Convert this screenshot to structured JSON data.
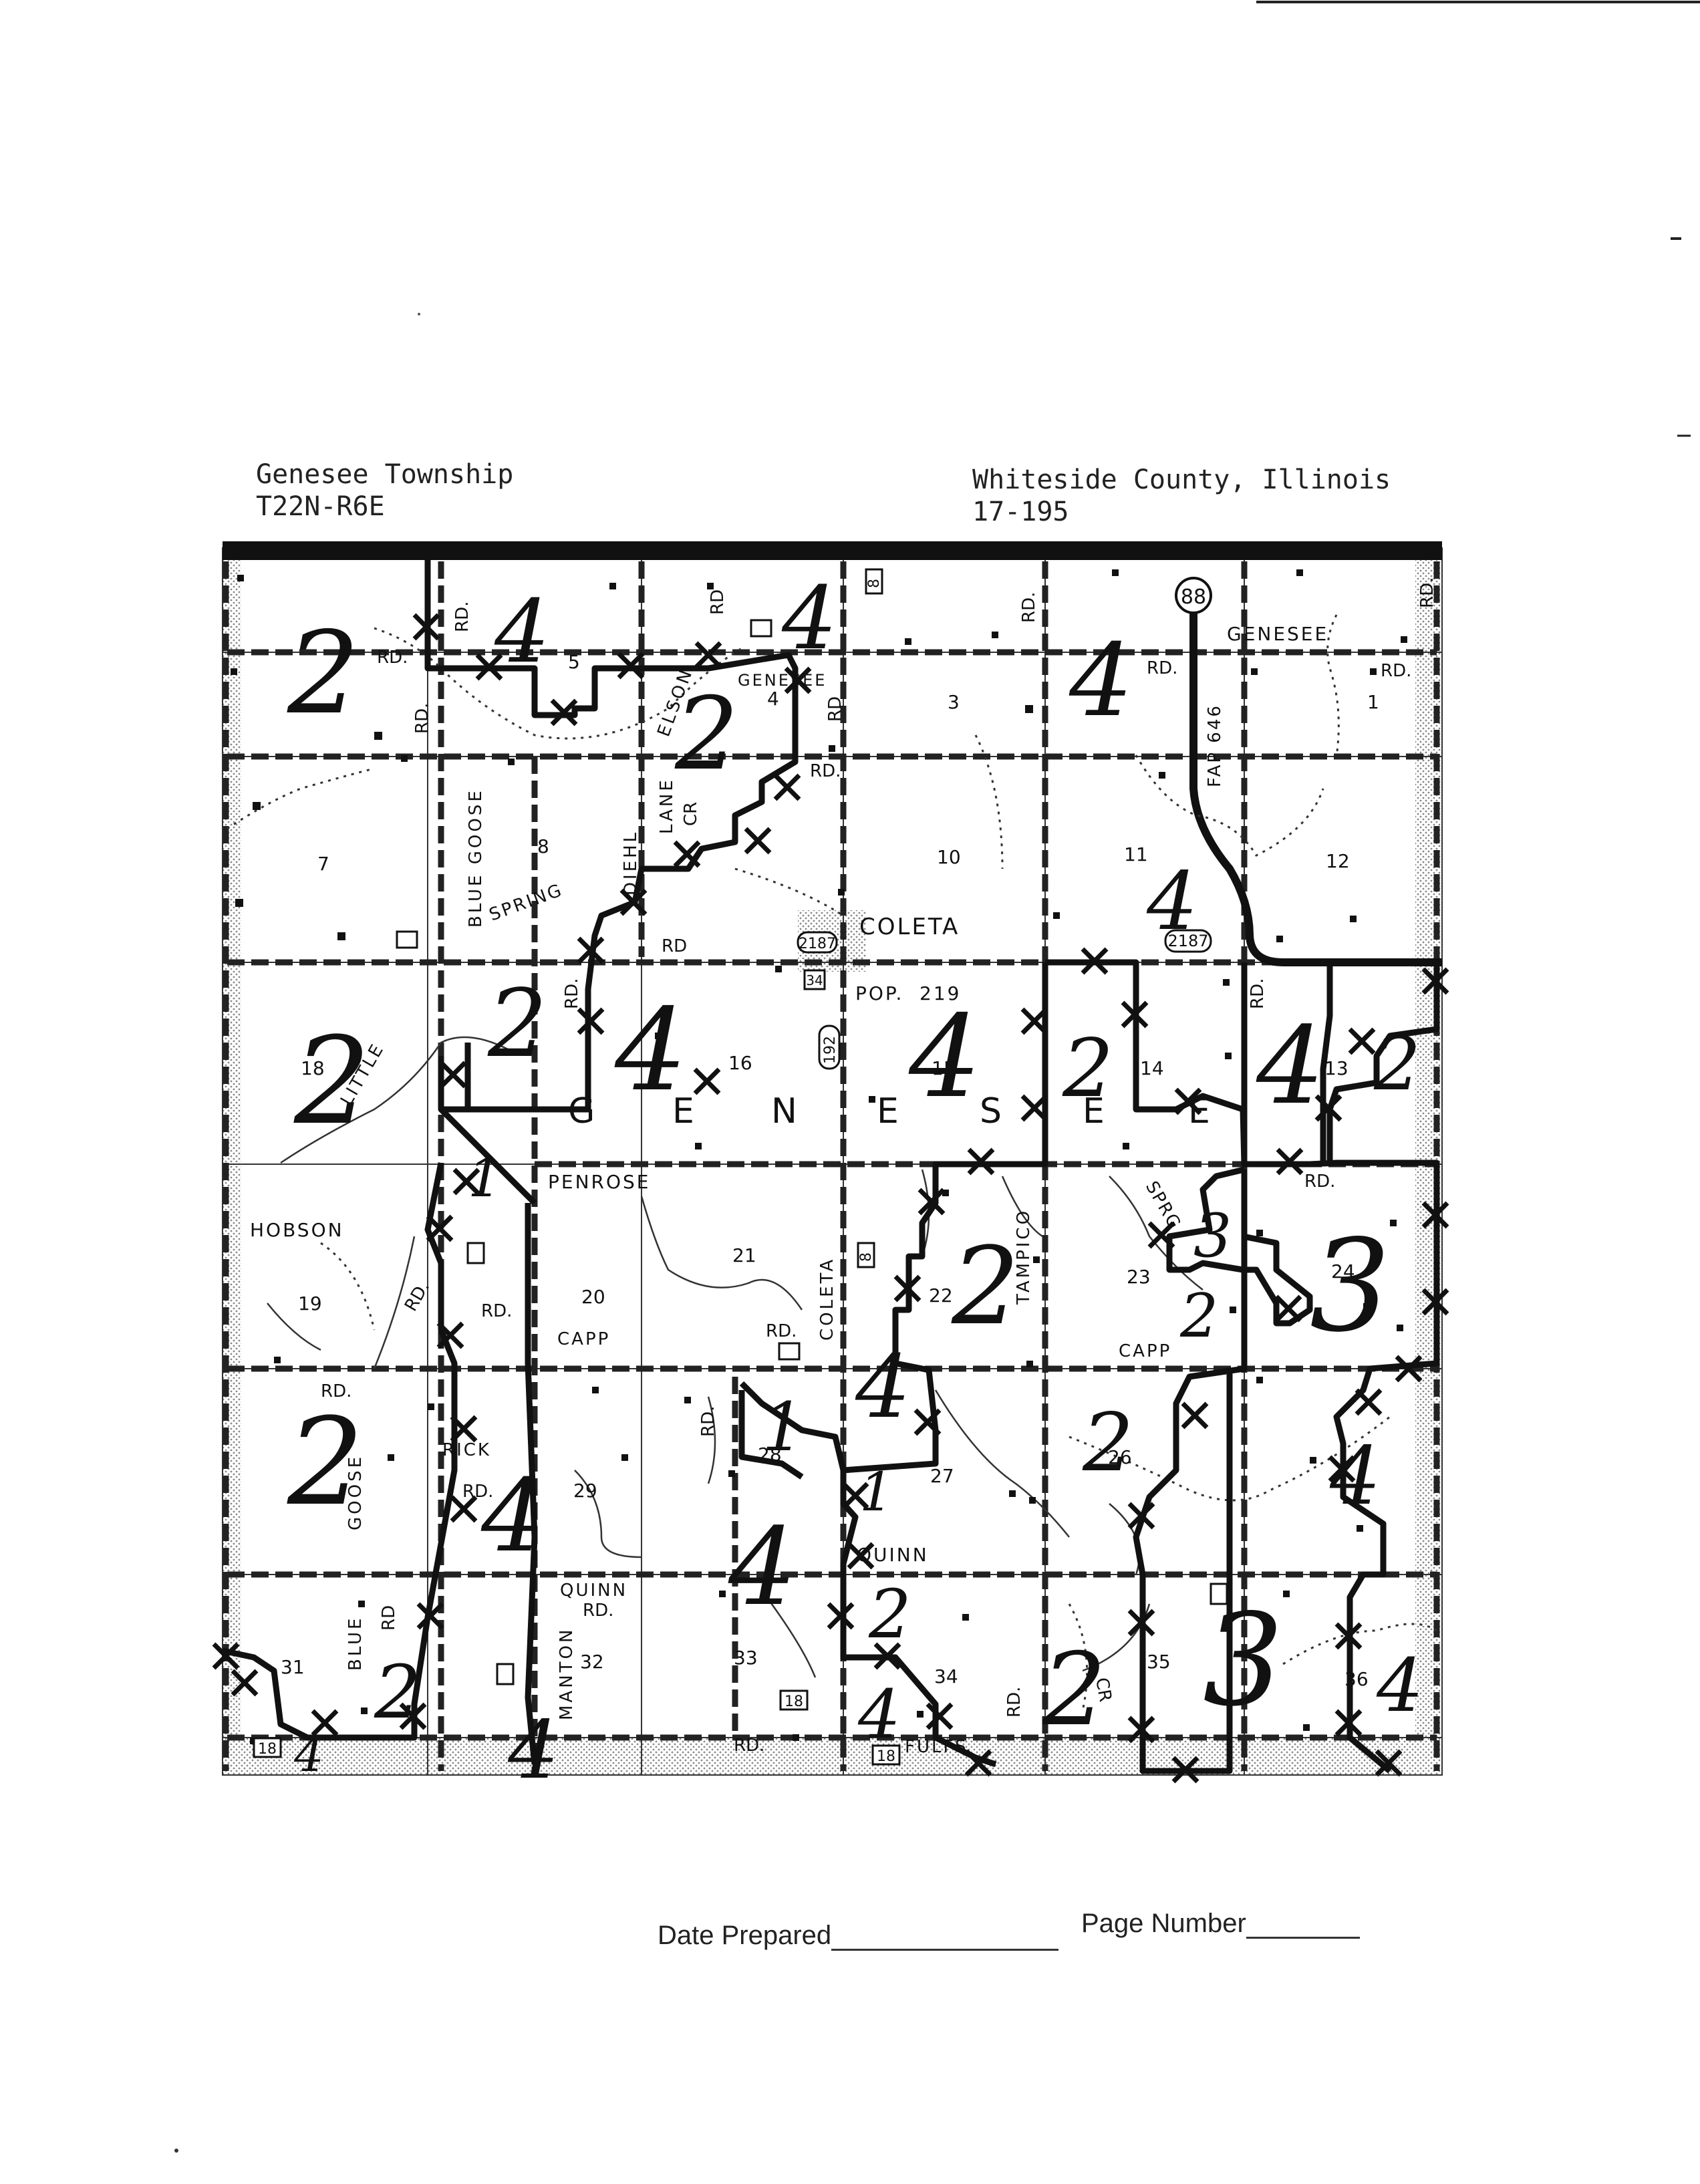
{
  "header": {
    "township": "Genesee Township",
    "township_code": "T22N-R6E",
    "county": "Whiteside County, Illinois",
    "county_code": "17-195"
  },
  "map": {
    "sections": [
      {
        "num": "1"
      },
      {
        "num": "3"
      },
      {
        "num": "4"
      },
      {
        "num": "5"
      },
      {
        "num": "7"
      },
      {
        "num": "8"
      },
      {
        "num": "10"
      },
      {
        "num": "11"
      },
      {
        "num": "12"
      },
      {
        "num": "13"
      },
      {
        "num": "14"
      },
      {
        "num": "15"
      },
      {
        "num": "16"
      },
      {
        "num": "18"
      },
      {
        "num": "19"
      },
      {
        "num": "20"
      },
      {
        "num": "21"
      },
      {
        "num": "22"
      },
      {
        "num": "23"
      },
      {
        "num": "24"
      },
      {
        "num": "26"
      },
      {
        "num": "27"
      },
      {
        "num": "28"
      },
      {
        "num": "29"
      },
      {
        "num": "31"
      },
      {
        "num": "32"
      },
      {
        "num": "33"
      },
      {
        "num": "34"
      },
      {
        "num": "35"
      },
      {
        "num": "36"
      }
    ],
    "road_labels": {
      "rd": "RD",
      "rd_dot": "RD.",
      "blue_goose": "BLUE GOOSE",
      "goose": "GOOSE",
      "blue": "BLUE",
      "diehl": "DIEHL",
      "lane": "LANE",
      "cr": "CR",
      "elson": "ELSON",
      "fap_646": "FAP 646",
      "tampico": "TAMPICO",
      "coleta_rd": "COLETA",
      "manton": "MANTON",
      "quinn_rd": "QUINN",
      "capp": "CAPP",
      "fulfs": "FULFS",
      "rick": "RICK",
      "spring": "SPRING",
      "little": "LITTLE",
      "spring_cr": "SPRG"
    },
    "places": {
      "genesee_ne": "GENESEE",
      "genesee_n": "GENESEE",
      "coleta": "COLETA",
      "penrose": "PENROSE",
      "hobson": "HOBSON",
      "quinn": "QUINN",
      "pop": "POP.",
      "pop_num": "219",
      "capp_e": "CAPP"
    },
    "route_shields": {
      "r88": "88",
      "r2187a": "2187",
      "r2187b": "2187",
      "r34": "34",
      "r192": "192",
      "r18a": "18",
      "r18b": "18",
      "r18c": "18",
      "r8a": "8",
      "r8b": "8"
    },
    "township_name_letters": [
      "G",
      "E",
      "N",
      "E",
      "S",
      "E",
      "E"
    ],
    "district_numbers": [
      {
        "value": "2"
      },
      {
        "value": "4"
      },
      {
        "value": "4"
      },
      {
        "value": "2"
      },
      {
        "value": "4"
      },
      {
        "value": "4"
      },
      {
        "value": "2"
      },
      {
        "value": "2"
      },
      {
        "value": "4"
      },
      {
        "value": "4"
      },
      {
        "value": "2"
      },
      {
        "value": "4"
      },
      {
        "value": "2"
      },
      {
        "value": "1"
      },
      {
        "value": "3"
      },
      {
        "value": "3"
      },
      {
        "value": "2"
      },
      {
        "value": "2"
      },
      {
        "value": "2"
      },
      {
        "value": "1"
      },
      {
        "value": "4"
      },
      {
        "value": "1"
      },
      {
        "value": "4"
      },
      {
        "value": "2"
      },
      {
        "value": "4"
      },
      {
        "value": "2"
      },
      {
        "value": "4"
      },
      {
        "value": "4"
      },
      {
        "value": "2"
      },
      {
        "value": "4"
      },
      {
        "value": "2"
      },
      {
        "value": "3"
      },
      {
        "value": "4"
      },
      {
        "value": "4"
      }
    ]
  },
  "footer": {
    "date_label": "Date Prepared",
    "page_label": "Page Number"
  }
}
